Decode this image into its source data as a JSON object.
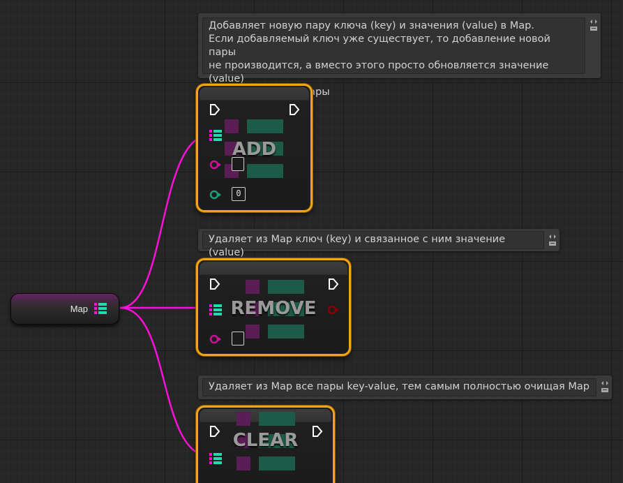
{
  "comments": {
    "add": "Добавляет новую пару ключа (key) и значения (value) в Map.\nЕсли добавляемый ключ уже существует, то добавление новой пары\nне производится, а вместо этого просто обновляется значение (value)\nу существующей пары",
    "remove": "Удаляет из Map ключ (key) и связанное с ним значение (value)",
    "clear": "Удаляет из Map все пары key-value, тем самым полностью очищая Map"
  },
  "nodes": {
    "add": {
      "title": "ADD",
      "value_default": "0"
    },
    "remove": {
      "title": "REMOVE"
    },
    "clear": {
      "title": "CLEAR"
    }
  },
  "variable": {
    "label": "Map"
  },
  "colors": {
    "map_wire": "#ff10d8",
    "node_border": "#f0a515",
    "key_pin": "#d0109a",
    "value_pin": "#18a07a",
    "exec_pin": "#ffffff",
    "bool_out_pin": "#8a0000"
  },
  "icons": [
    "exec-pin-icon",
    "map-pin-icon",
    "key-pin-icon",
    "value-pin-icon",
    "comment-pin-icon"
  ]
}
